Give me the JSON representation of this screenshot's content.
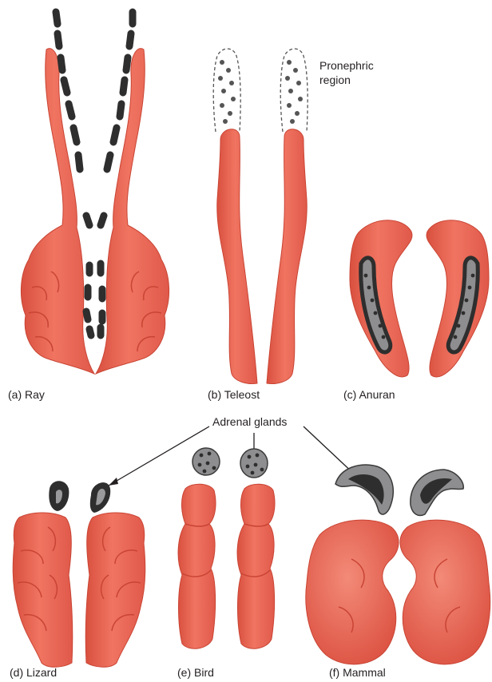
{
  "labels": {
    "ray": "(a) Ray",
    "teleost": "(b) Teleost",
    "anuran": "(c) Anuran",
    "lizard": "(d) Lizard",
    "bird": "(e) Bird",
    "mammal": "(f) Mammal"
  },
  "annotations": {
    "pronephric_line1": "Pronephric",
    "pronephric_line2": "region",
    "adrenal": "Adrenal glands"
  },
  "colors": {
    "kidney": "#e9604e",
    "kidney_dark": "#c94434",
    "adrenal_fill": "#8e8e90",
    "adrenal_dark": "#3a3a3a",
    "tissue_dark": "#2e2e2e"
  }
}
